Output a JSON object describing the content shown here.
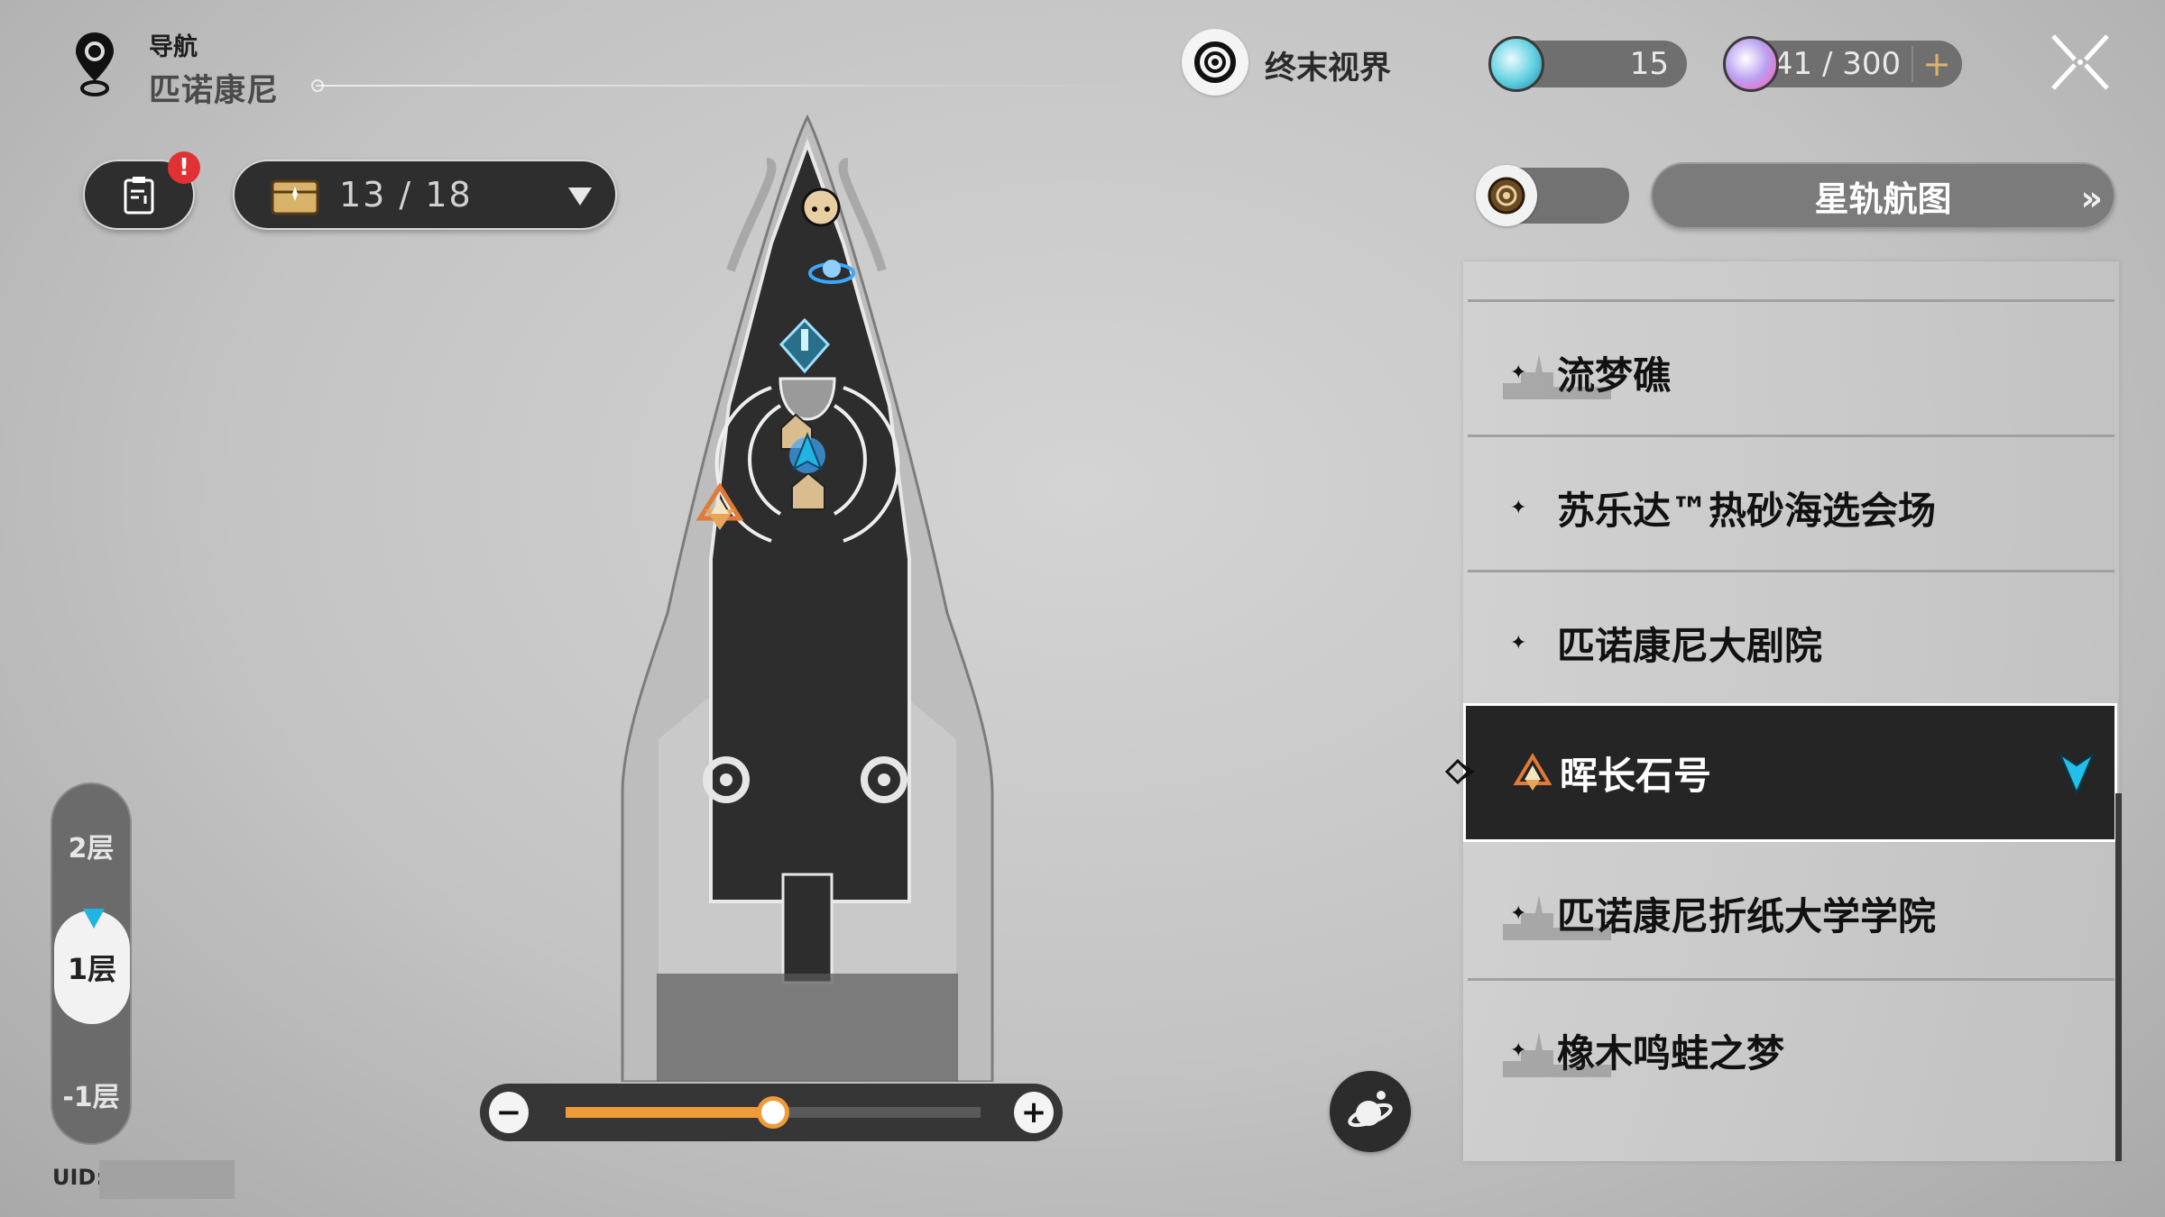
{
  "header": {
    "nav_label": "导航",
    "region": "匹诺康尼",
    "event_label": "终末视界",
    "currency_1": {
      "icon": "stellar-jade-icon",
      "value": "15"
    },
    "currency_2": {
      "icon": "trailblaze-power-icon",
      "value": "41 / 300",
      "plus": "+"
    },
    "close_icon": "close-x-icon"
  },
  "toolbar": {
    "notice_badge": "!",
    "chest_count": "13 / 18",
    "star_rail_map_label": "星轨航图",
    "star_rail_map_chevron": "»"
  },
  "locations": {
    "items": [
      {
        "label": "流梦礁",
        "marker": "✦",
        "selected": false
      },
      {
        "label": "苏乐达™热砂海选会场",
        "marker": "✦",
        "selected": false
      },
      {
        "label": "匹诺康尼大剧院",
        "marker": "✦",
        "selected": false
      },
      {
        "label": "晖长石号",
        "marker": "hexagram-icon",
        "selected": true
      },
      {
        "label": "匹诺康尼折纸大学学院",
        "marker": "✦",
        "selected": false
      },
      {
        "label": "橡木鸣蛙之梦",
        "marker": "✦",
        "selected": false
      }
    ]
  },
  "floors": {
    "items": [
      "2层",
      "1层",
      "-1层"
    ],
    "current": "1层"
  },
  "uid_label": "UID:",
  "zoom": {
    "minus": "−",
    "plus": "+",
    "percent": 38
  },
  "colors": {
    "accent_orange": "#f09a38",
    "player_cyan": "#22b4e0",
    "badge_red": "#e03232",
    "selected_bg": "#252525"
  }
}
